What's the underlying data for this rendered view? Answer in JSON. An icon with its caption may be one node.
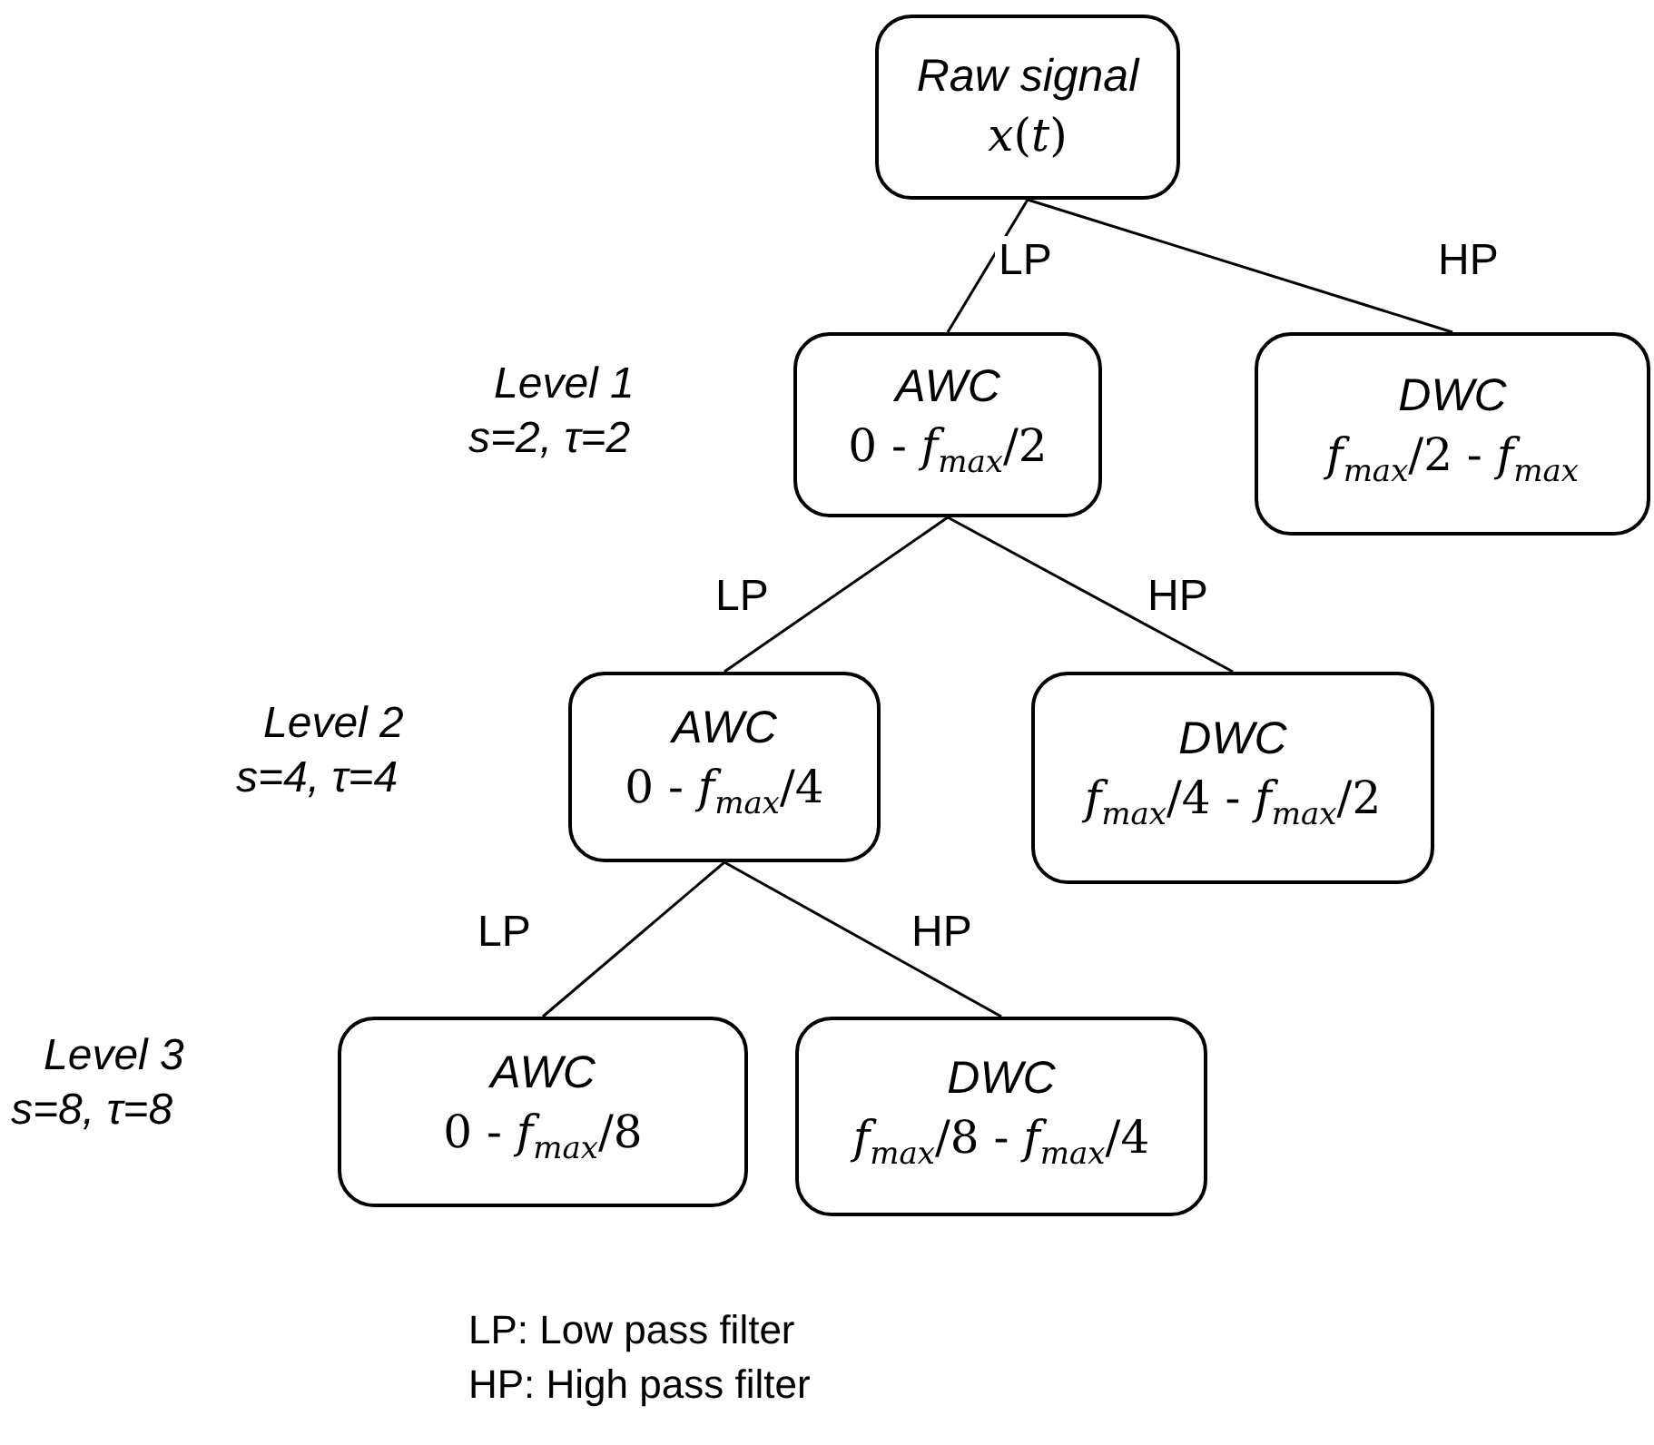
{
  "diagram": {
    "nodes": [
      {
        "text": [
          "Raw signal",
          "*x*(*t*)"
        ]
      },
      {
        "text": [
          "AWC",
          "0 - *f*$_{max}$/2"
        ]
      },
      {
        "text": [
          "DWC",
          "*f*$_{max}$/2 - *f*$_{max}$"
        ]
      },
      {
        "text": [
          "AWC",
          "0 - *f*$_{max}$/4"
        ]
      },
      {
        "text": [
          "DWC",
          "*f*$_{max}$/4 - *f*$_{max}$/2"
        ]
      },
      {
        "text": [
          "AWC",
          "0 - *f*$_{max}$/8"
        ]
      },
      {
        "text": [
          "DWC",
          "*f*$_{max}$/8 - *f*$_{max}$/4"
        ]
      }
    ],
    "edges": [
      {
        "from": 0,
        "to": 1,
        "arrow": "none",
        "label": "LP"
      },
      {
        "from": 0,
        "to": 2,
        "arrow": "none",
        "label": "HP"
      },
      {
        "from": 1,
        "to": 3,
        "arrow": "none",
        "label": "LP"
      },
      {
        "from": 1,
        "to": 4,
        "arrow": "none",
        "label": "HP"
      },
      {
        "from": 3,
        "to": 5,
        "arrow": "none",
        "label": "LP"
      },
      {
        "from": 3,
        "to": 6,
        "arrow": "none",
        "label": "HP"
      }
    ],
    "labels": [
      "Level 1",
      "s=2, τ=2",
      "Level 2",
      "s=4, τ=4",
      "Level 3",
      "s=8, τ=8",
      "LP: Low pass filter",
      "HP: High pass filter"
    ]
  }
}
